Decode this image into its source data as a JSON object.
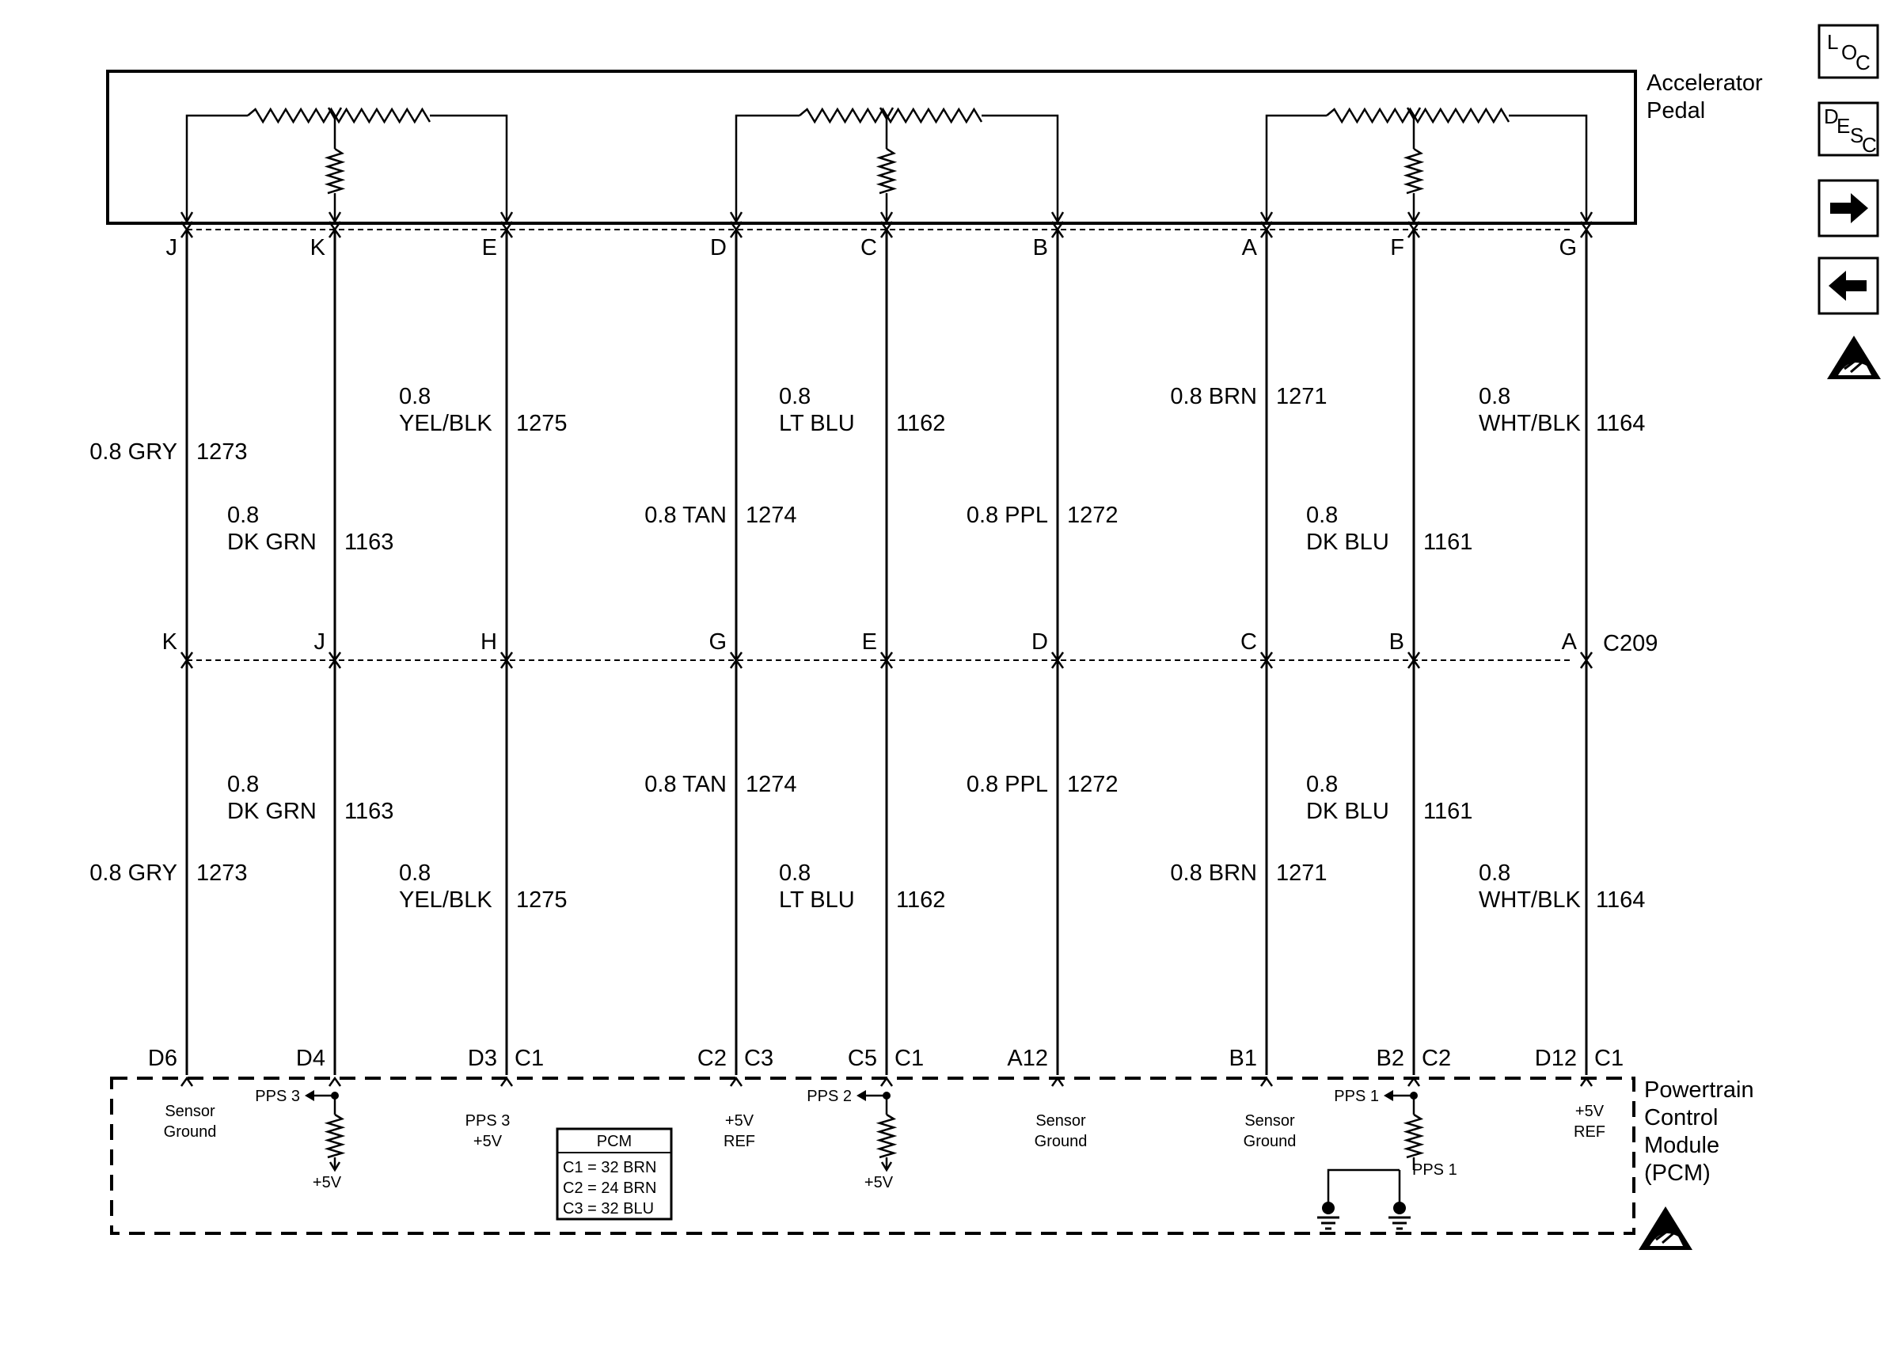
{
  "components": {
    "pedal_label": [
      "Accelerator",
      "Pedal"
    ],
    "pcm_label": [
      "Powertrain",
      "Control",
      "Module",
      "(PCM)"
    ],
    "inline_connector": "C209"
  },
  "navigation": {
    "loc": {
      "l": "L",
      "o": "O",
      "c": "C"
    },
    "desc": {
      "d": "D",
      "e": "E",
      "s": "S",
      "c": "C"
    },
    "forward": "forward-arrow",
    "back": "back-arrow"
  },
  "pcm_table": {
    "title": "PCM",
    "rows": [
      "C1 = 32 BRN",
      "C2 = 24 BRN",
      "C3 = 32 BLU"
    ]
  },
  "pcm_ground_label": "PPS 1",
  "wires": [
    {
      "pedal_pin": "J",
      "c209_pin": "K",
      "pcm_pin": "D6",
      "pcm_conn": "",
      "circuit": "1273",
      "upper": [
        "0.8 GRY"
      ],
      "lower": [
        "0.8 GRY"
      ],
      "upper_tier": "b",
      "lower_tier": "b",
      "func": [
        "Sensor",
        "Ground"
      ],
      "func_tier": "a",
      "pedal_term": "resistor_end"
    },
    {
      "pedal_pin": "K",
      "c209_pin": "J",
      "pcm_pin": "D4",
      "pcm_conn": "",
      "circuit": "1163",
      "upper": [
        "0.8",
        "DK GRN"
      ],
      "lower": [
        "0.8",
        "DK GRN"
      ],
      "upper_tier": "c",
      "lower_tier": "a",
      "func": [],
      "func_tier": "a",
      "pedal_term": "wiper",
      "pull": "PPS 3",
      "pull_supply": "+5V"
    },
    {
      "pedal_pin": "E",
      "c209_pin": "H",
      "pcm_pin": "D3",
      "pcm_conn": "C1",
      "circuit": "1275",
      "upper": [
        "0.8",
        "YEL/BLK"
      ],
      "lower": [
        "0.8",
        "YEL/BLK"
      ],
      "upper_tier": "a",
      "lower_tier": "b",
      "func": [
        "PPS 3",
        "+5V"
      ],
      "func_tier": "b",
      "pedal_term": "resistor_end"
    },
    {
      "pedal_pin": "D",
      "c209_pin": "G",
      "pcm_pin": "C2",
      "pcm_conn": "C3",
      "circuit": "1274",
      "upper": [
        "0.8 TAN"
      ],
      "lower": [
        "0.8 TAN"
      ],
      "upper_tier": "c",
      "lower_tier": "a",
      "func": [
        "+5V",
        "REF"
      ],
      "func_tier": "b",
      "pedal_term": "resistor_end"
    },
    {
      "pedal_pin": "C",
      "c209_pin": "E",
      "pcm_pin": "C5",
      "pcm_conn": "C1",
      "circuit": "1162",
      "upper": [
        "0.8",
        "LT BLU"
      ],
      "lower": [
        "0.8",
        "LT BLU"
      ],
      "upper_tier": "a",
      "lower_tier": "b",
      "func": [],
      "func_tier": "a",
      "pedal_term": "wiper",
      "pull": "PPS 2",
      "pull_supply": "+5V"
    },
    {
      "pedal_pin": "B",
      "c209_pin": "D",
      "pcm_pin": "A12",
      "pcm_conn": "",
      "circuit": "1272",
      "upper": [
        "0.8 PPL"
      ],
      "lower": [
        "0.8 PPL"
      ],
      "upper_tier": "c",
      "lower_tier": "a",
      "func": [
        "Sensor",
        "Ground"
      ],
      "func_tier": "b",
      "pedal_term": "resistor_end"
    },
    {
      "pedal_pin": "A",
      "c209_pin": "C",
      "pcm_pin": "B1",
      "pcm_conn": "",
      "circuit": "1271",
      "upper": [
        "0.8 BRN"
      ],
      "lower": [
        "0.8 BRN"
      ],
      "upper_tier": "a",
      "lower_tier": "b",
      "func": [
        "Sensor",
        "Ground"
      ],
      "func_tier": "b",
      "pedal_term": "resistor_end"
    },
    {
      "pedal_pin": "F",
      "c209_pin": "B",
      "pcm_pin": "B2",
      "pcm_conn": "C2",
      "circuit": "1161",
      "upper": [
        "0.8",
        "DK BLU"
      ],
      "lower": [
        "0.8",
        "DK BLU"
      ],
      "upper_tier": "c",
      "lower_tier": "a",
      "func": [],
      "func_tier": "a",
      "pedal_term": "wiper",
      "pull": "PPS 1",
      "pull_supply": "ground"
    },
    {
      "pedal_pin": "G",
      "c209_pin": "A",
      "pcm_pin": "D12",
      "pcm_conn": "C1",
      "circuit": "1164",
      "upper": [
        "0.8",
        "WHT/BLK"
      ],
      "lower": [
        "0.8",
        "WHT/BLK"
      ],
      "upper_tier": "a",
      "lower_tier": "b",
      "func": [
        "+5V",
        "REF"
      ],
      "func_tier": "a",
      "pedal_term": "resistor_end"
    }
  ]
}
